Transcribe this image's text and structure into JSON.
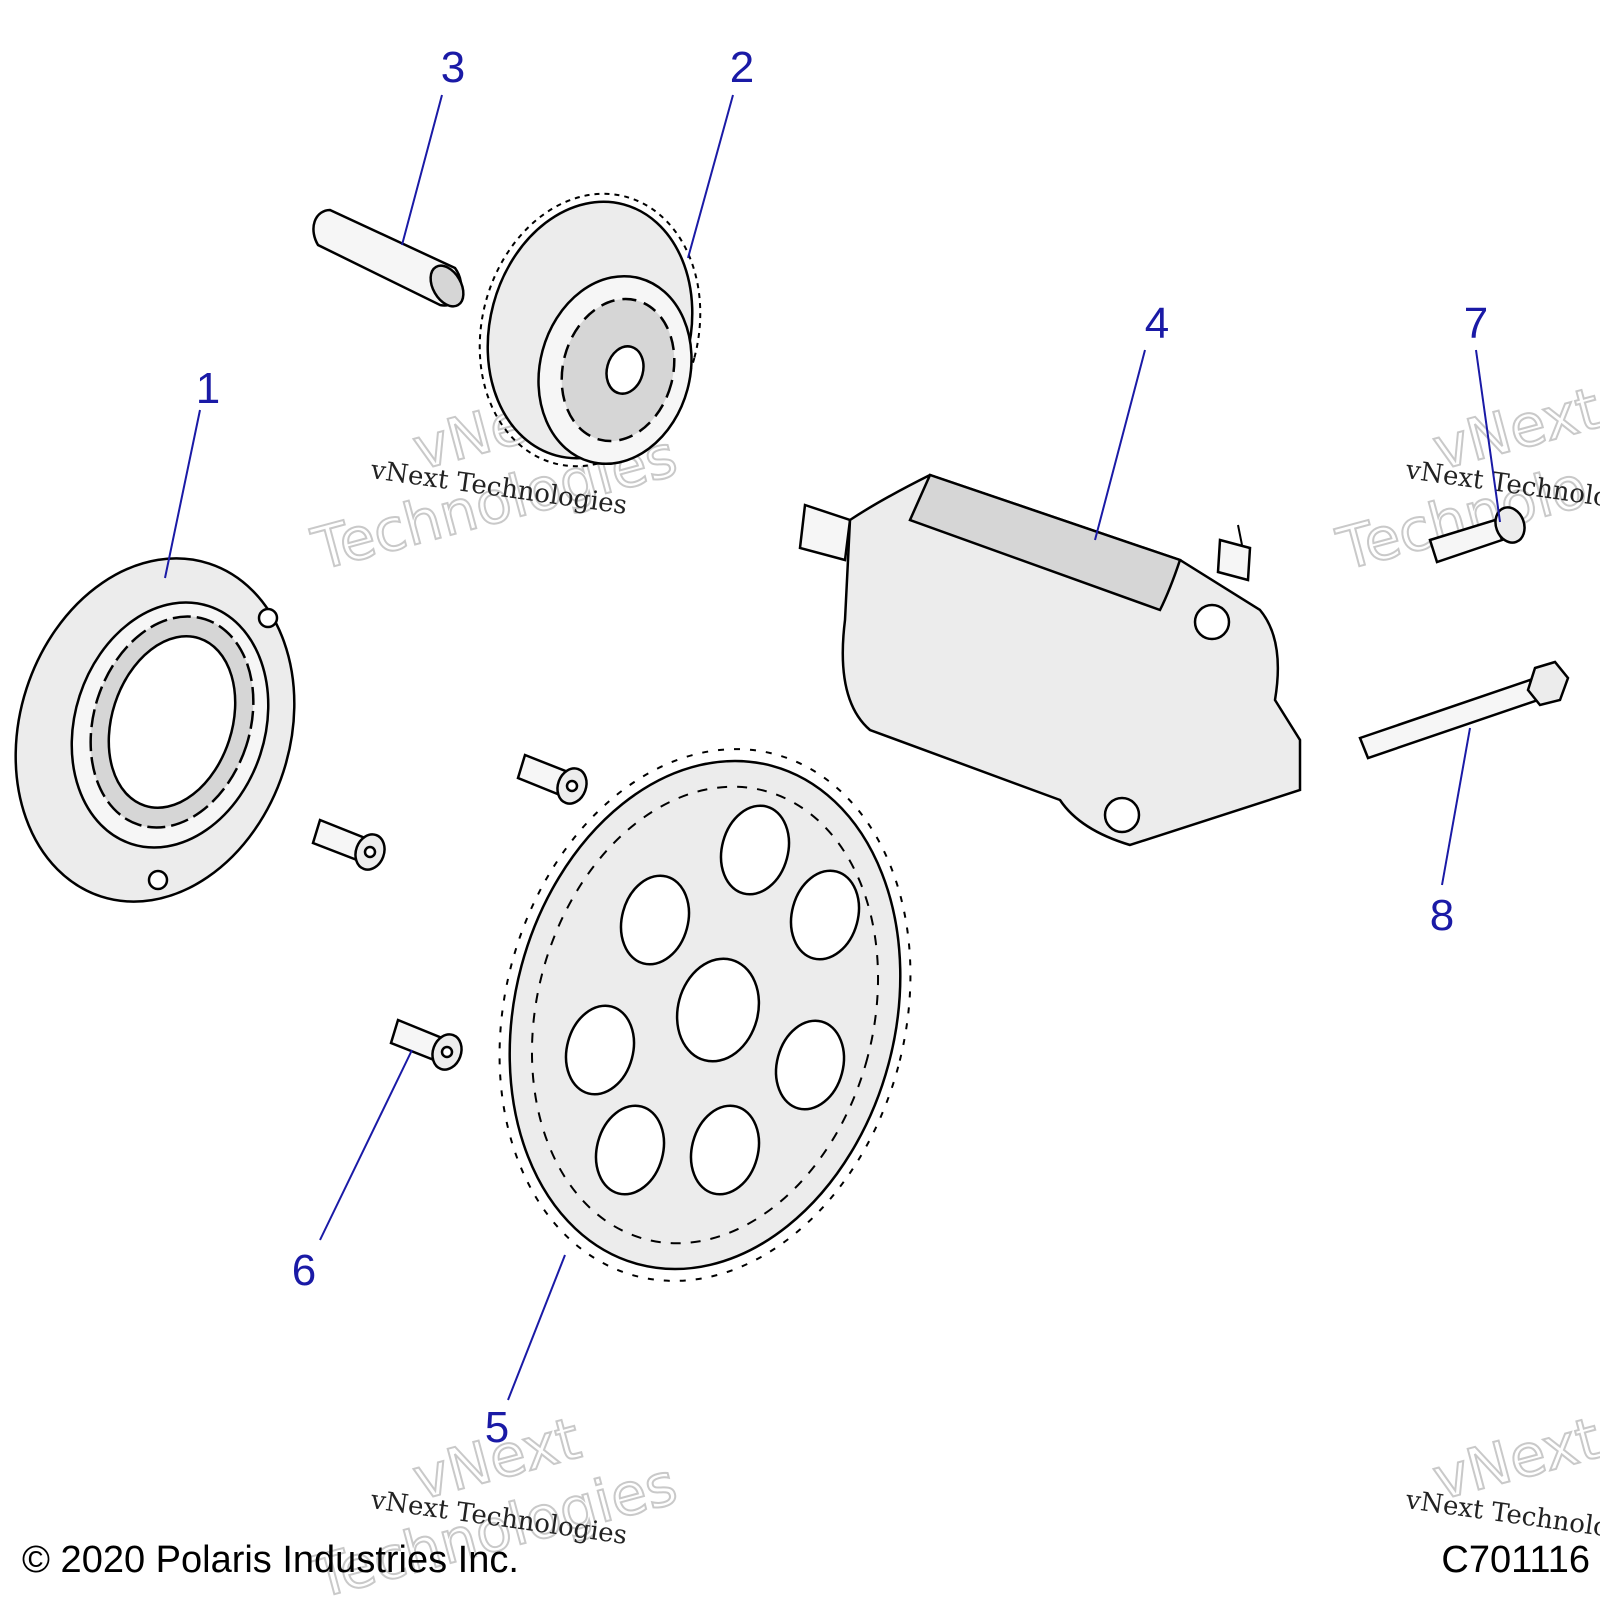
{
  "callouts": [
    "1",
    "2",
    "3",
    "4",
    "5",
    "6",
    "7",
    "8"
  ],
  "watermark": {
    "line1": "vNext Technologies",
    "big1": "vNext",
    "big2": "Technologies",
    "partial_line1": "vNext Technolo",
    "partial_big1": "vNext",
    "partial_big2": "Technolo"
  },
  "footer": {
    "copyright": "© 2020 Polaris Industries Inc.",
    "figure_code": "C701116"
  },
  "colors": {
    "callout": "#1a1aa6",
    "part_fill": "#ececec",
    "outline": "#000000"
  }
}
